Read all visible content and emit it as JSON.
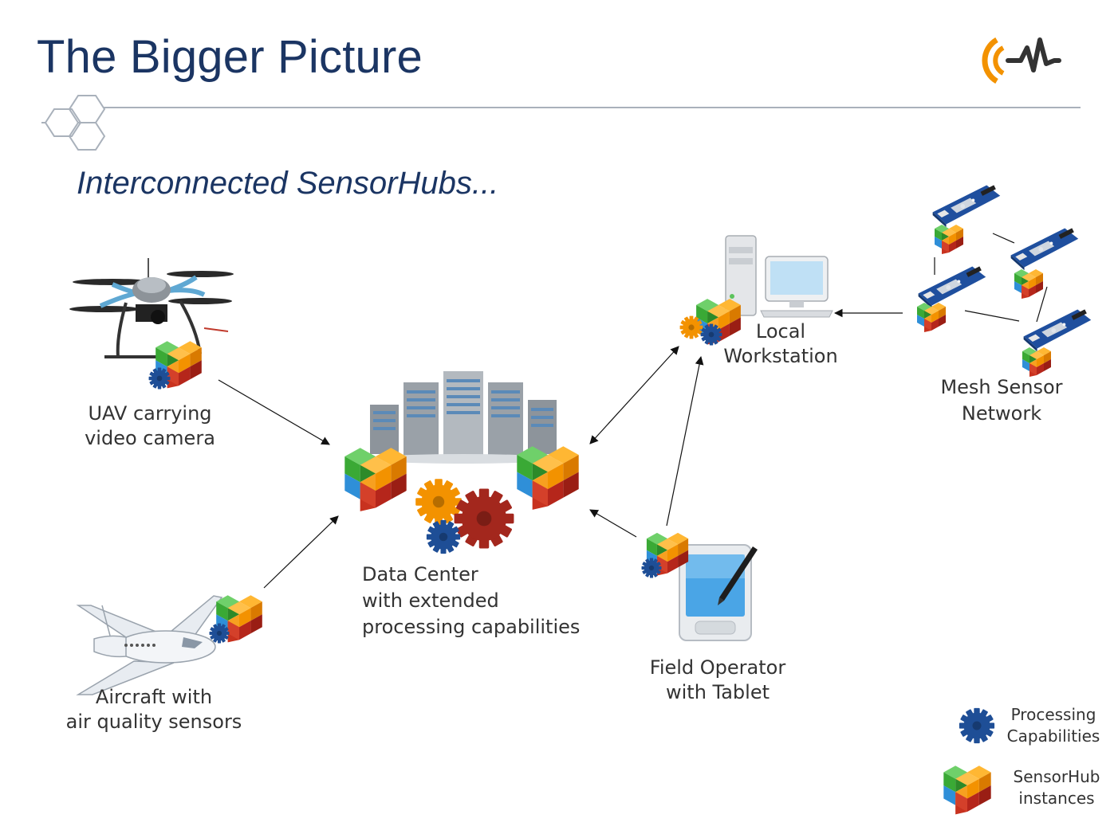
{
  "header": {
    "title": "The Bigger Picture",
    "subtitle": "Interconnected SensorHubs..."
  },
  "nodes": {
    "uav": {
      "line1": "UAV carrying",
      "line2": "video camera"
    },
    "aircraft": {
      "line1": "Aircraft with",
      "line2": "air quality sensors"
    },
    "datacenter": {
      "line1": "Data Center",
      "line2": "with extended",
      "line3": "processing capabilities"
    },
    "workstation": {
      "line1": "Local",
      "line2": "Workstation"
    },
    "field_operator": {
      "line1": "Field Operator",
      "line2": "with Tablet"
    },
    "mesh": {
      "line1": "Mesh Sensor",
      "line2": "Network"
    }
  },
  "legend": {
    "processing": {
      "line1": "Processing",
      "line2": "Capabilities"
    },
    "sensorhub": {
      "line1": "SensorHub",
      "line2": "instances"
    }
  },
  "colors": {
    "title": "#1b3563",
    "cube_green": "#3aa935",
    "cube_orange": "#f39200",
    "cube_blue": "#2f8fd8",
    "cube_red": "#b5261b",
    "gear_blue": "#1e4e96",
    "gear_orange": "#f39200",
    "gear_red": "#a3271d"
  },
  "icons": [
    "logo-icon",
    "hexagon-decoration-icon",
    "drone-icon",
    "airplane-icon",
    "server-cluster-icon",
    "desktop-computer-icon",
    "tablet-icon",
    "sensor-board-icon",
    "sensorhub-cube-icon",
    "gear-icon"
  ]
}
